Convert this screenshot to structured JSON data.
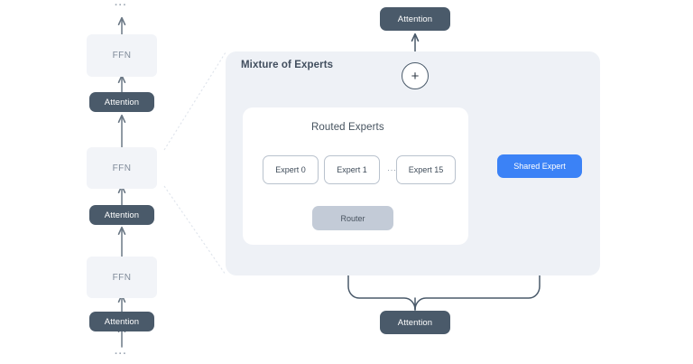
{
  "diagram": {
    "title": "Mixture of Experts transformer block diagram",
    "colors": {
      "attention_fill": "#4a5a6a",
      "ffn_fill": "#f2f4f8",
      "moe_panel_fill": "#eef1f6",
      "routed_panel_fill": "#ffffff",
      "router_fill": "#c3cbd7",
      "shared_expert_fill": "#3b82f6",
      "edge_stroke": "#4a5a6a",
      "expert_border": "#b9c2cd"
    }
  },
  "left_stack": {
    "top_ellipsis": "···",
    "bottom_ellipsis": "···",
    "blocks": [
      {
        "label": "FFN",
        "type": "ffn"
      },
      {
        "label": "Attention",
        "type": "attention"
      },
      {
        "label": "FFN",
        "type": "ffn"
      },
      {
        "label": "Attention",
        "type": "attention"
      },
      {
        "label": "FFN",
        "type": "ffn"
      },
      {
        "label": "Attention",
        "type": "attention"
      }
    ]
  },
  "moe": {
    "panel_title": "Mixture of Experts",
    "routed": {
      "title": "Routed Experts",
      "experts": [
        {
          "label": "Expert 0"
        },
        {
          "label": "Expert 1"
        },
        {
          "label": "Expert 15"
        }
      ],
      "experts_ellipsis": "···",
      "router_label": "Router"
    },
    "shared_expert_label": "Shared Expert",
    "adder_symbol": "+"
  },
  "top_attention": {
    "label": "Attention"
  },
  "bottom_attention": {
    "label": "Attention"
  }
}
